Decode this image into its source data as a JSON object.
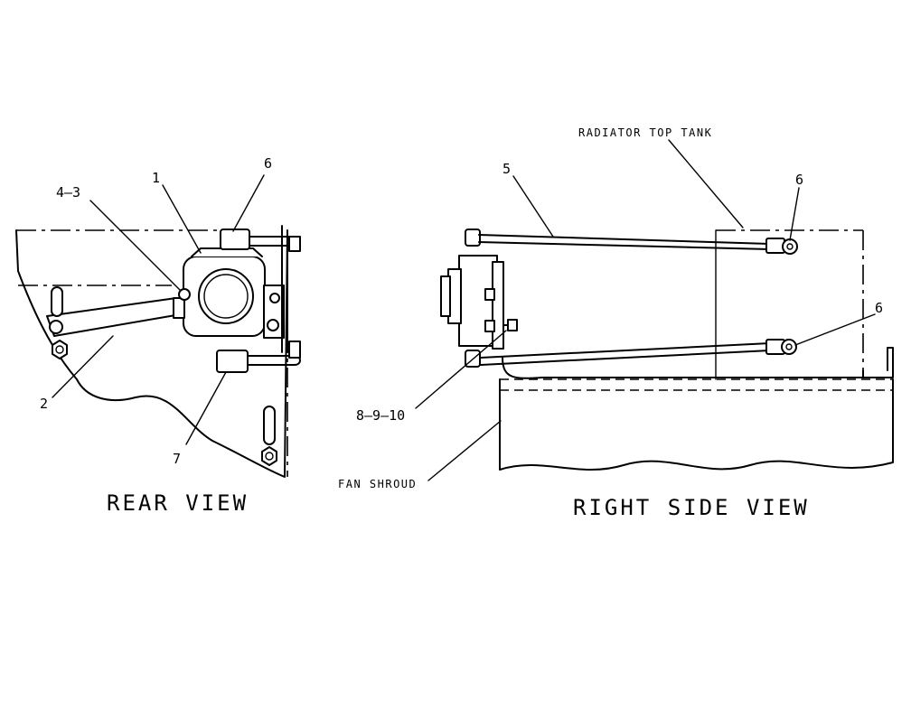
{
  "views": {
    "rear": {
      "title": "REAR VIEW",
      "callouts": [
        "1",
        "2",
        "4–3",
        "6",
        "7"
      ]
    },
    "right_side": {
      "title": "RIGHT SIDE VIEW",
      "callouts": [
        "5",
        "6",
        "6",
        "8–9–10"
      ],
      "labels": {
        "radiator": "RADIATOR TOP TANK",
        "fan_shroud": "FAN SHROUD"
      }
    }
  }
}
